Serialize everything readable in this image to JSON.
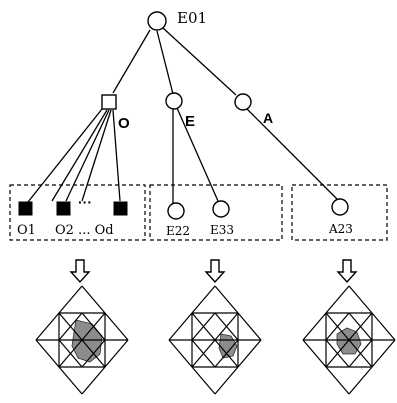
{
  "root": {
    "label": "E01"
  },
  "branches": [
    {
      "id": "o",
      "label": "O",
      "shape": "square"
    },
    {
      "id": "e",
      "label": "E",
      "shape": "circle"
    },
    {
      "id": "a",
      "label": "A",
      "shape": "circle"
    }
  ],
  "leaf_groups": [
    {
      "branch": "o",
      "ellipsis": "···",
      "leaves": [
        {
          "label": "O1",
          "shape": "square-filled"
        },
        {
          "label": "O2 ... Od",
          "shape": "square-filled"
        },
        {
          "label": "",
          "shape": "square-filled"
        }
      ]
    },
    {
      "branch": "e",
      "leaves": [
        {
          "label": "E22",
          "shape": "circle"
        },
        {
          "label": "E33",
          "shape": "circle"
        }
      ]
    },
    {
      "branch": "a",
      "leaves": [
        {
          "label": "A23",
          "shape": "circle"
        }
      ]
    }
  ],
  "colors": {
    "line": "#000000",
    "shaded_region": "#8c8c8c",
    "background": "#ffffff"
  }
}
